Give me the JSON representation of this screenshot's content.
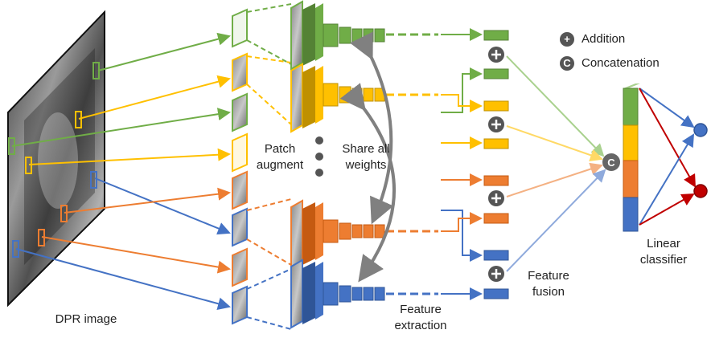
{
  "labels": {
    "dpr_image": "DPR image",
    "patch_augment_1": "Patch",
    "patch_augment_2": "augment",
    "share_1": "Share all",
    "share_2": "weights",
    "feature_extraction_1": "Feature",
    "feature_extraction_2": "extraction",
    "feature_fusion_1": "Feature",
    "feature_fusion_2": "fusion",
    "linear_classifier_1": "Linear",
    "linear_classifier_2": "classifier"
  },
  "legend": {
    "addition_symbol": "+",
    "addition_label": "Addition",
    "concat_symbol": "C",
    "concat_label": "Concatenation"
  },
  "colors": {
    "green": "#70ad47",
    "yellow": "#ffc000",
    "orange": "#ed7d31",
    "blue": "#4472c4",
    "red": "#c00000",
    "gray": "#808080"
  }
}
